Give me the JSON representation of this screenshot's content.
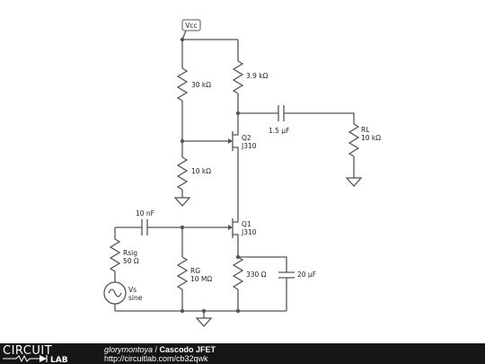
{
  "labels": {
    "vcc": "Vcc",
    "r_bias_top": "30 kΩ",
    "r_bias_bottom": "10 kΩ",
    "rd": "3.9 kΩ",
    "c_out": "1.5 µF",
    "rl_name": "RL",
    "rl_value": "10 kΩ",
    "q2_name": "Q2",
    "q2_part": "J310",
    "q1_name": "Q1",
    "q1_part": "J310",
    "c_in": "10 nF",
    "rsig_name": "Rsig",
    "rsig_value": "50 Ω",
    "rg_name": "RG",
    "rg_value": "10 MΩ",
    "rs": "330 Ω",
    "cs": "20 µF",
    "vs_name": "Vs",
    "vs_type": "sine"
  },
  "footer": {
    "logo_top": "CIRCUIT",
    "logo_bottom": "LAB",
    "author": "glorymontoya",
    "separator": " / ",
    "title": "Cascodo JFET",
    "url": "http://circuitlab.com/cb32qwk"
  }
}
